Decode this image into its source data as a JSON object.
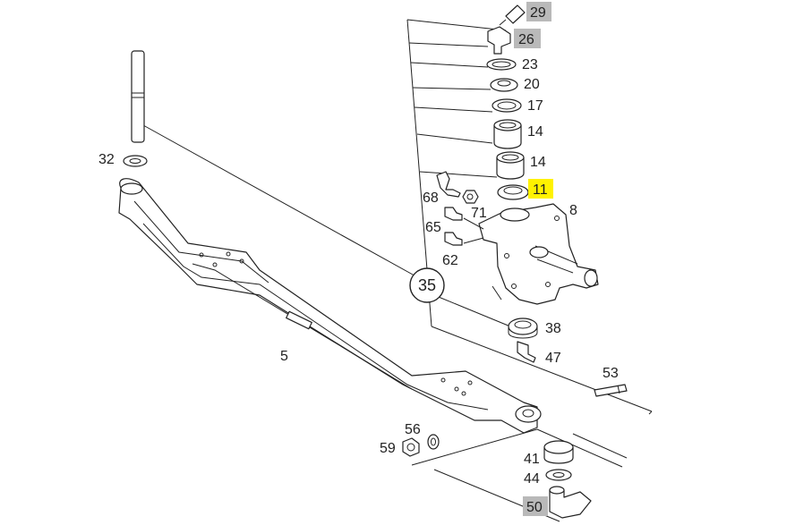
{
  "colors": {
    "line": "#222222",
    "background": "#ffffff",
    "highlight_grey": "#b9b9b9",
    "highlight_yellow": "#fff200"
  },
  "labels": {
    "p29": "29",
    "p26": "26",
    "p23": "23",
    "p20": "20",
    "p17": "17",
    "p14a": "14",
    "p14b": "14",
    "p11": "11",
    "p8": "8",
    "p68": "68",
    "p71": "71",
    "p65": "65",
    "p62": "62",
    "p35": "35",
    "p38": "38",
    "p47": "47",
    "p53": "53",
    "p32": "32",
    "p5": "5",
    "p56": "56",
    "p59": "59",
    "p41": "41",
    "p44": "44",
    "p50": "50"
  }
}
